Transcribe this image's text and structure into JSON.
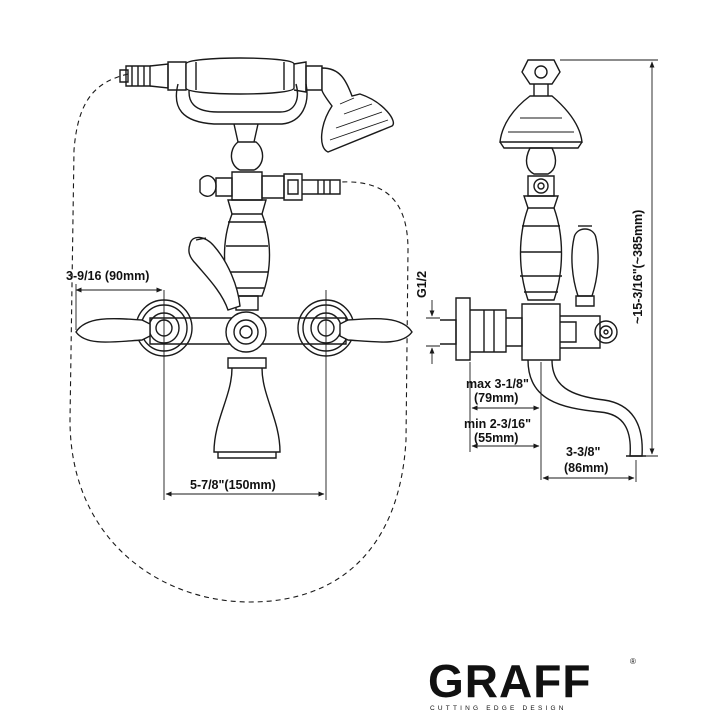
{
  "dimensions": {
    "inlet_spacing_label": "3-9/16 (90mm)",
    "valve_spacing_label": "5-7/8\"(150mm)",
    "thread_label": "G1/2",
    "height_label": "~15-3/16\"(~385mm)",
    "max_projection_line1": "max 3-1/8\"",
    "max_projection_line2": "(79mm)",
    "min_projection_line1": "min 2-3/16\"",
    "min_projection_line2": "(55mm)",
    "spout_reach_line1": "3-3/8\"",
    "spout_reach_line2": "(86mm)"
  },
  "brand": {
    "name": "GRAFF",
    "registered_mark": "®",
    "tagline": "CUTTING EDGE DESIGN"
  }
}
